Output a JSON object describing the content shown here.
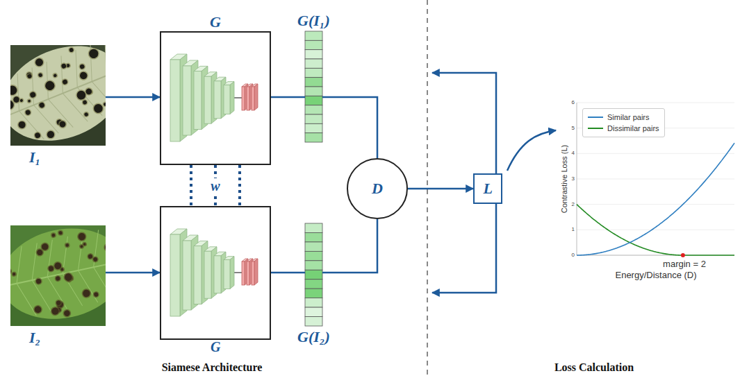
{
  "diagram": {
    "nodes": [
      {
        "text": [
          "I₁"
        ]
      },
      {
        "text": [
          "G"
        ]
      },
      {
        "text": [
          "G(I₁)"
        ]
      },
      {
        "text": [
          "I₂"
        ]
      },
      {
        "text": [
          "G"
        ]
      },
      {
        "text": [
          "G(I₂)"
        ]
      },
      {
        "text": [
          "D"
        ]
      },
      {
        "text": [
          "L"
        ]
      }
    ],
    "edges": [
      {
        "from": 0,
        "to": 1,
        "arrow": "to"
      },
      {
        "from": 3,
        "to": 4,
        "arrow": "to"
      },
      {
        "from": 1,
        "to": 2,
        "arrow": "none"
      },
      {
        "from": 4,
        "to": 5,
        "arrow": "none"
      },
      {
        "from": 2,
        "to": 6,
        "arrow": "none"
      },
      {
        "from": 5,
        "to": 6,
        "arrow": "none"
      },
      {
        "from": 6,
        "to": 7,
        "arrow": "to"
      },
      {
        "from": 1,
        "to": 4,
        "arrow": "none"
      },
      {
        "from": 1,
        "to": 4,
        "label": "w",
        "arrow": "none"
      },
      {
        "from": 1,
        "to": 4,
        "arrow": "none"
      }
    ],
    "labels": [
      "Contrastive Loss (L)",
      "Energy/Distance (D)",
      "margin = 2",
      "0",
      "1",
      "2",
      "3",
      "4",
      "5",
      "6",
      "Siamese Architecture",
      "Loss Calculation"
    ],
    "legend": [
      {
        "text": "Similar pairs"
      },
      {
        "text": "Dissimilar pairs"
      }
    ]
  }
}
